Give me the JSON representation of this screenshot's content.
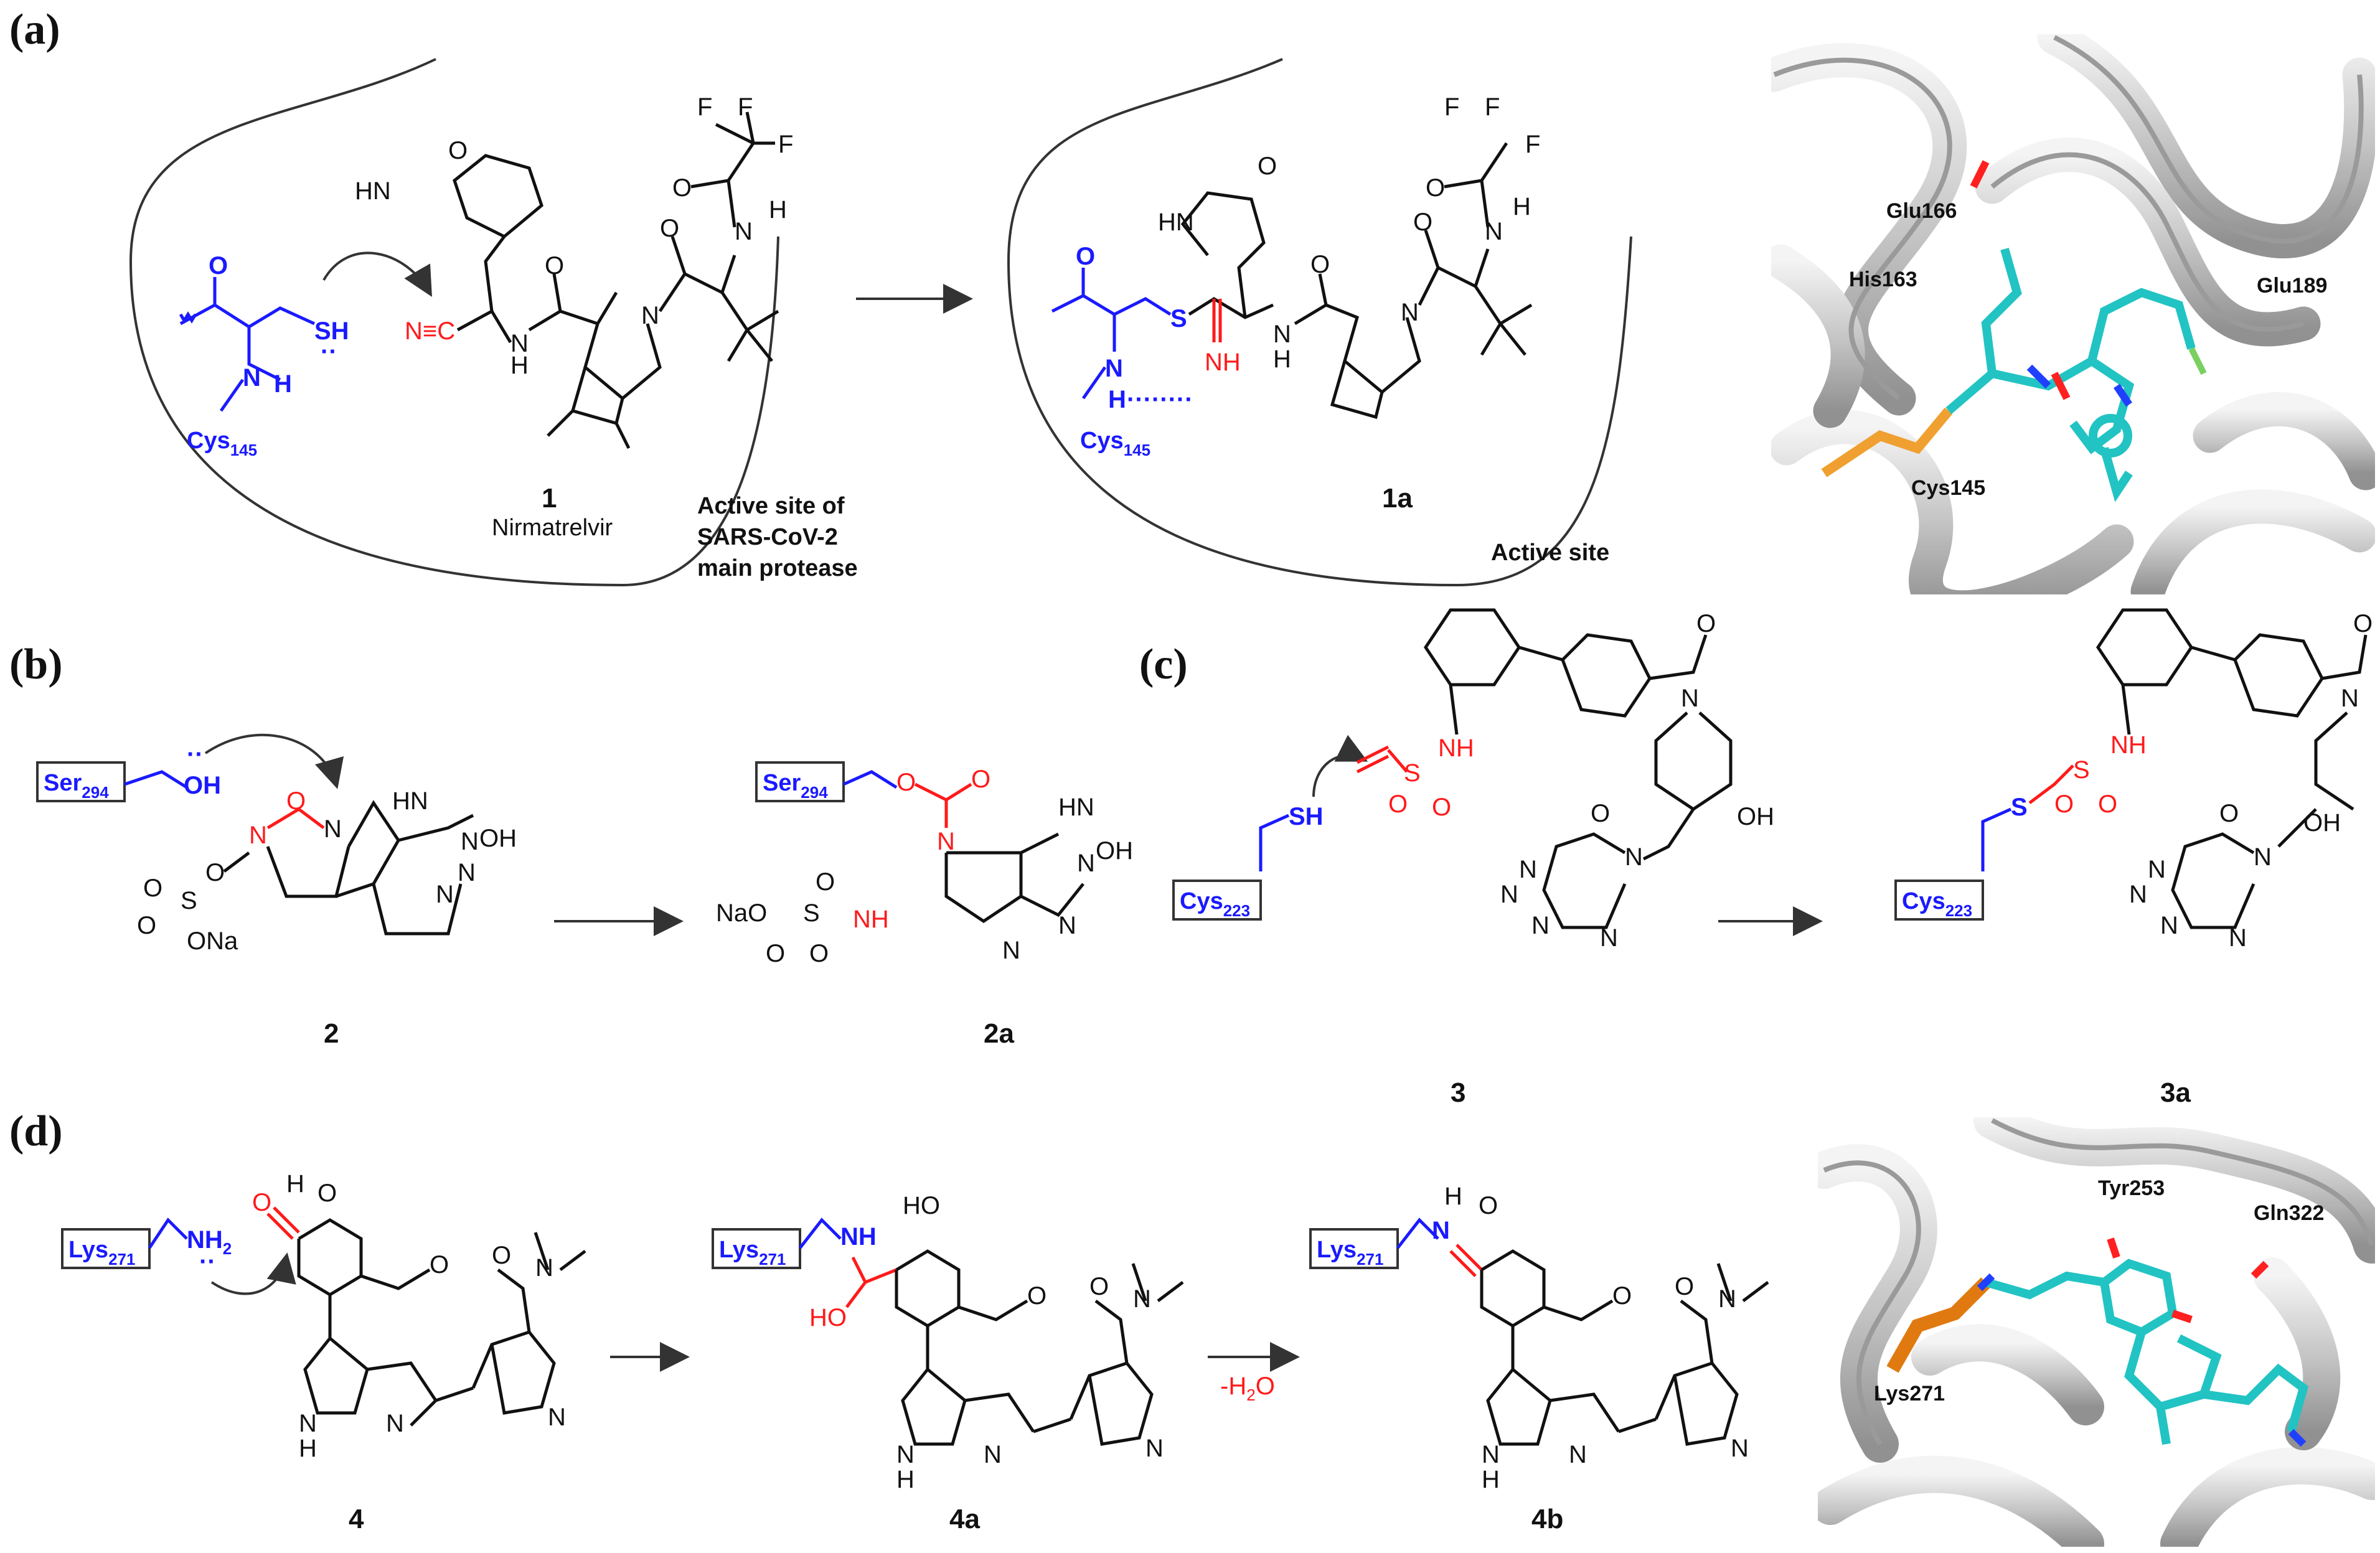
{
  "panels": {
    "a": {
      "label": "(a)",
      "compound_number": "1",
      "compound_name": "Nirmatrelvir",
      "site_label": [
        "Active site of",
        "SARS-CoV-2",
        "main protease"
      ],
      "adduct_number": "1a",
      "adduct_site_label": "Active site",
      "residue": "Cys",
      "residue_sub": "145",
      "protein_labels": [
        "Glu166",
        "His163",
        "Glu189",
        "Cys145"
      ]
    },
    "b": {
      "label": "(b)",
      "residue": "Ser",
      "residue_sub": "294",
      "compound_number": "2",
      "adduct_number": "2a"
    },
    "c": {
      "label": "(c)",
      "residue": "Cys",
      "residue_sub": "223",
      "compound_number": "3",
      "adduct_number": "3a"
    },
    "d": {
      "label": "(d)",
      "residue": "Lys",
      "residue_sub": "271",
      "compound_number": "4",
      "intermediate_number": "4a",
      "product_number": "4b",
      "elimination": "-H",
      "elimination_sub": "2",
      "elimination_tail": "O",
      "protein_labels": [
        "Tyr253",
        "Gln322",
        "Lys271"
      ]
    }
  },
  "colors": {
    "text": "#111111",
    "residue_blue": "#1a1aff",
    "warhead_red": "#ff1a1a",
    "ligand_cyan": "#22c3c3",
    "cys_orange": "#f0a030",
    "ribbon_gray": "#c8c8c8"
  },
  "icons": [
    "curved-arrow",
    "reaction-arrow",
    "protein-ribbon-render"
  ]
}
